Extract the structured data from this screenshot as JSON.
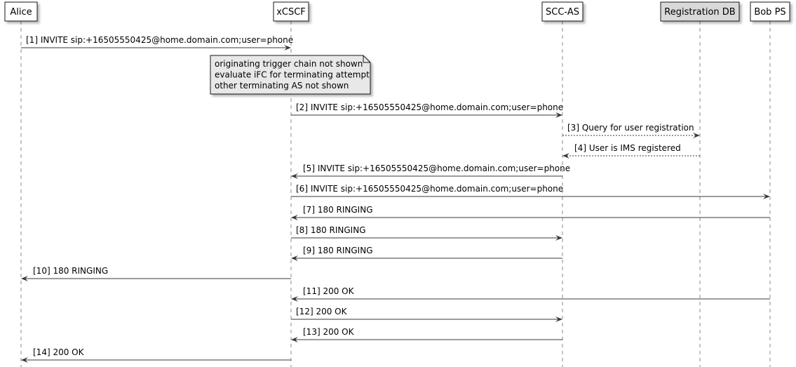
{
  "participants": [
    {
      "id": "alice",
      "label": "Alice",
      "fill": "#ffffff"
    },
    {
      "id": "xcscf",
      "label": "xCSCF",
      "fill": "#ffffff"
    },
    {
      "id": "sccas",
      "label": "SCC-AS",
      "fill": "#ffffff"
    },
    {
      "id": "regdb",
      "label": "Registration DB",
      "fill": "#d9d9d9"
    },
    {
      "id": "bobps",
      "label": "Bob PS",
      "fill": "#ffffff"
    }
  ],
  "note": {
    "lines": [
      "originating trigger chain not shown",
      "evaluate iFC for terminating attempt",
      "other terminating AS not shown"
    ],
    "fill": "#e8e8e8"
  },
  "messages": [
    {
      "label": "[1] INVITE sip:+16505550425@home.domain.com;user=phone",
      "from": "alice",
      "to": "xcscf",
      "dashed": false
    },
    {
      "label": "[2] INVITE sip:+16505550425@home.domain.com;user=phone",
      "from": "xcscf",
      "to": "sccas",
      "dashed": false
    },
    {
      "label": "[3] Query for user registration",
      "from": "sccas",
      "to": "regdb",
      "dashed": true
    },
    {
      "label": "[4] User is IMS registered",
      "from": "regdb",
      "to": "sccas",
      "dashed": true
    },
    {
      "label": "[5] INVITE sip:+16505550425@home.domain.com;user=phone",
      "from": "sccas",
      "to": "xcscf",
      "dashed": false
    },
    {
      "label": "[6] INVITE sip:+16505550425@home.domain.com;user=phone",
      "from": "xcscf",
      "to": "bobps",
      "dashed": false
    },
    {
      "label": "[7] 180 RINGING",
      "from": "bobps",
      "to": "xcscf",
      "dashed": false
    },
    {
      "label": "[8] 180 RINGING",
      "from": "xcscf",
      "to": "sccas",
      "dashed": false
    },
    {
      "label": "[9] 180 RINGING",
      "from": "sccas",
      "to": "xcscf",
      "dashed": false
    },
    {
      "label": "[10] 180 RINGING",
      "from": "xcscf",
      "to": "alice",
      "dashed": false
    },
    {
      "label": "[11] 200 OK",
      "from": "bobps",
      "to": "xcscf",
      "dashed": false
    },
    {
      "label": "[12] 200 OK",
      "from": "xcscf",
      "to": "sccas",
      "dashed": false
    },
    {
      "label": "[13] 200 OK",
      "from": "sccas",
      "to": "xcscf",
      "dashed": false
    },
    {
      "label": "[14] 200 OK",
      "from": "xcscf",
      "to": "alice",
      "dashed": false
    }
  ]
}
